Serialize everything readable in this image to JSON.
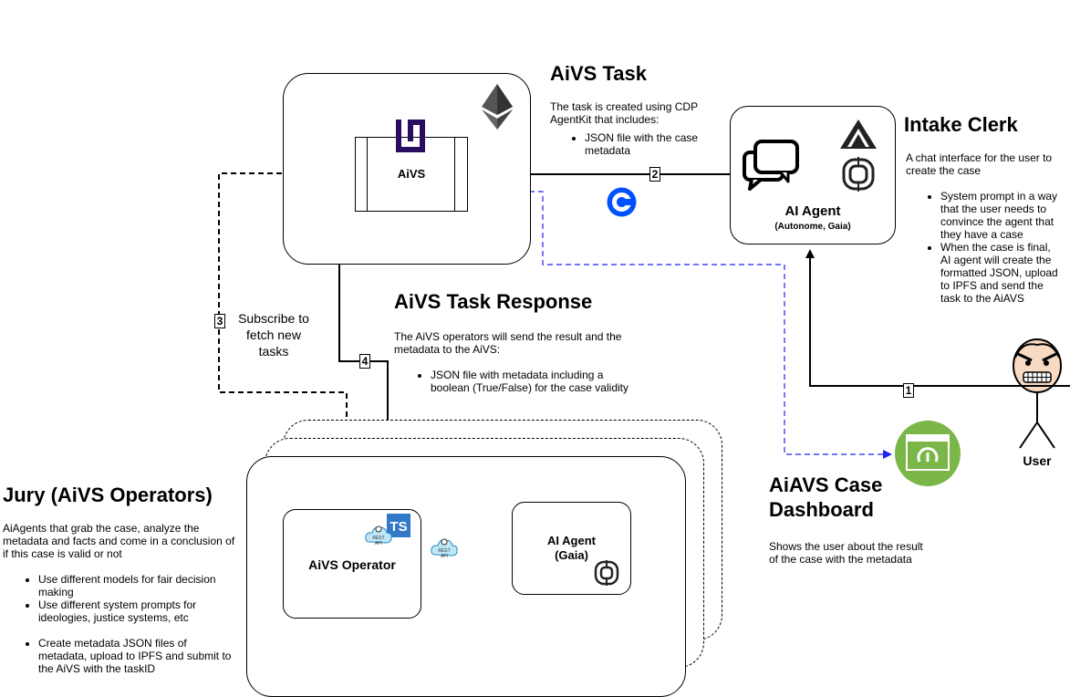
{
  "aivs_task": {
    "title": "AiVS Task",
    "intro": "The task is created using CDP AgentKit that includes:",
    "items": [
      "JSON file with the case metadata"
    ]
  },
  "aivs_box": {
    "label": "AiVS"
  },
  "intake_clerk": {
    "title": "Intake Clerk",
    "intro": "A chat interface for the user to create the case",
    "items": [
      "System prompt in a way that the user needs to convince the agent that they have a case",
      "When the case is final, AI agent will create the formatted JSON, upload to IPFS and send the task to the AiAVS"
    ]
  },
  "intake_agent": {
    "label": "AI Agent",
    "sub": "(Autonome, Gaia)"
  },
  "task_response": {
    "title": "AiVS Task Response",
    "intro": "The AiVS operators will send the result and the metadata to the AiVS:",
    "items": [
      "JSON file with metadata including a boolean (True/False) for the case validity"
    ]
  },
  "subscribe_label": "Subscribe to fetch new tasks",
  "jury": {
    "title": "Jury (AiVS Operators)",
    "intro": "AiAgents that grab the case, analyze the metadata and facts and come in a conclusion of if this case is valid or not",
    "items": [
      "Use different models for fair decision making",
      "Use different system prompts for ideologies, justice systems, etc"
    ],
    "items2": [
      "Create metadata JSON files of metadata, upload to IPFS and submit to the AiVS with the taskID"
    ]
  },
  "operator": {
    "label": "AiVS Operator",
    "ts_badge": "TS",
    "rest_label": "REST API"
  },
  "gaia_agent": {
    "label": "AI Agent",
    "sub": "(Gaia)"
  },
  "dashboard": {
    "title": "AiAVS Case Dashboard",
    "desc": "Shows the user about the result of the case with the metadata"
  },
  "user": {
    "label": "User"
  },
  "steps": [
    "1",
    "2",
    "3",
    "4"
  ],
  "colors": {
    "dashed_blue": "#2222ee",
    "ts_blue": "#3178c6",
    "dashboard_green": "#7ab648",
    "coinbase_blue": "#0052ff",
    "gaia_purple": "#2a0d5e"
  }
}
